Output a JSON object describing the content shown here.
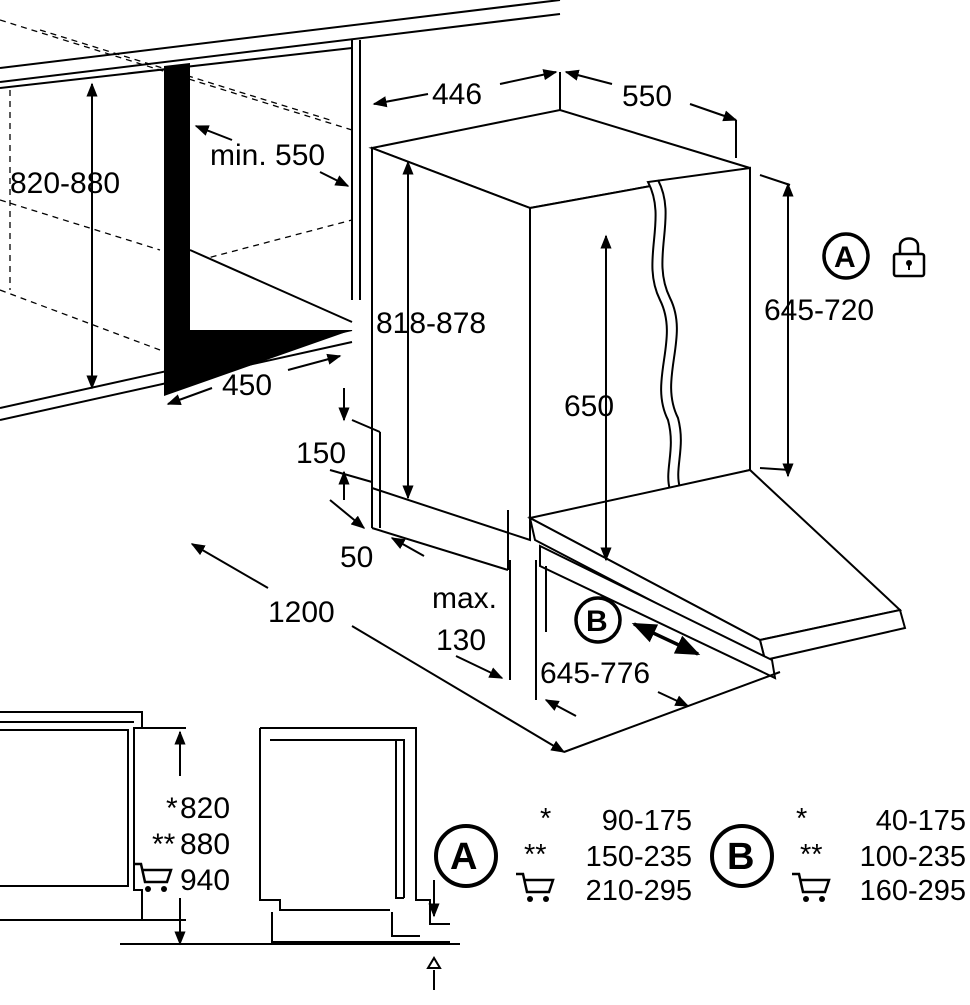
{
  "dimensions": {
    "width_top": "446",
    "depth_top": "550",
    "niche_depth": "min. 550",
    "niche_height": "820-880",
    "niche_width": "450",
    "appliance_height": "818-878",
    "door_panel_height": "645-720",
    "door_height": "650",
    "plinth_height": "150",
    "plinth_depth": "50",
    "door_open_clearance": "1200",
    "plinth_max_label": "max.",
    "plinth_max_value": "130",
    "plinth_offset": "645-776"
  },
  "markers": {
    "a": "A",
    "b": "B"
  },
  "bottom_heights": [
    {
      "mark": "*",
      "value": "820"
    },
    {
      "mark": "**",
      "value": "880"
    },
    {
      "mark": "cart",
      "value": "940"
    }
  ],
  "table_a": [
    {
      "mark": "*",
      "value": "90-175"
    },
    {
      "mark": "**",
      "value": "150-235"
    },
    {
      "mark": "cart",
      "value": "210-295"
    }
  ],
  "table_b": [
    {
      "mark": "*",
      "value": "40-175"
    },
    {
      "mark": "**",
      "value": "100-235"
    },
    {
      "mark": "cart",
      "value": "160-295"
    }
  ]
}
